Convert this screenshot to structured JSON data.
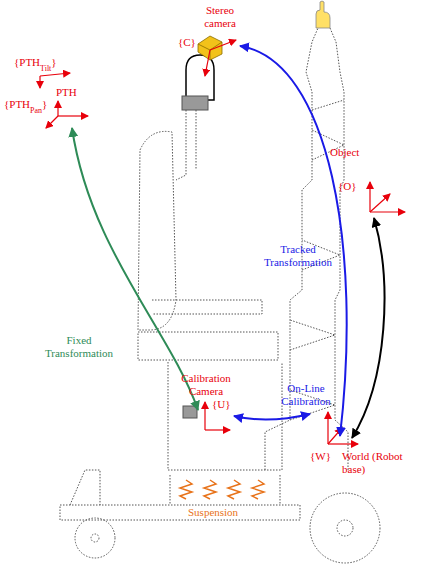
{
  "diagram": {
    "labels": [
      "Stereo camera",
      "{C}",
      "{PTH",
      "Tilt",
      "}",
      "PTH",
      "{PTH",
      "Pan",
      "}",
      "Fixed Transformation",
      "Tracked Transformation",
      "Object",
      "{O}",
      "Calibration Camera",
      "{U}",
      "On-Line Calibration",
      "{W}",
      "World (Robot base)",
      "Suspension"
    ]
  }
}
